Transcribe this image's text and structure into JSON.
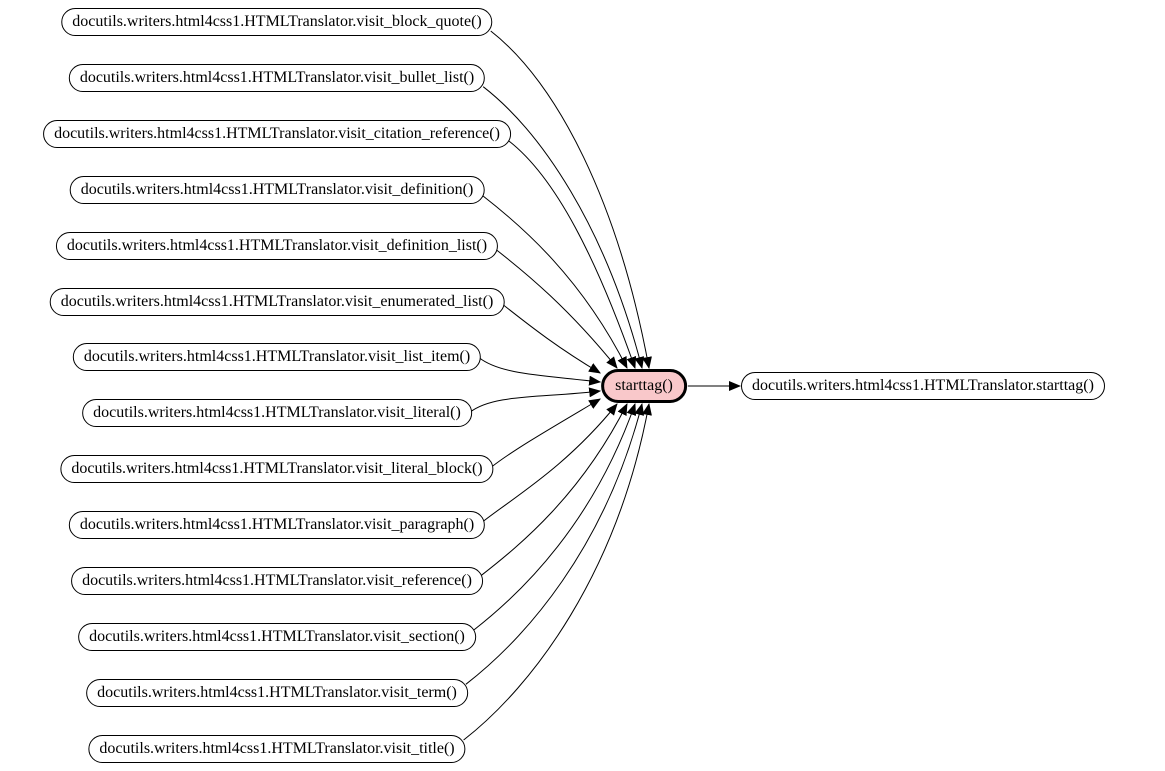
{
  "diagram": {
    "type": "call-graph",
    "colors": {
      "background": "#ffffff",
      "edge": "#000000",
      "node_border": "#000000",
      "node_fill": "#ffffff",
      "highlight_fill": "#f9c8ca"
    },
    "callers": [
      {
        "id": "caller-0",
        "label": "docutils.writers.html4css1.HTMLTranslator.visit_block_quote()"
      },
      {
        "id": "caller-1",
        "label": "docutils.writers.html4css1.HTMLTranslator.visit_bullet_list()"
      },
      {
        "id": "caller-2",
        "label": "docutils.writers.html4css1.HTMLTranslator.visit_citation_reference()"
      },
      {
        "id": "caller-3",
        "label": "docutils.writers.html4css1.HTMLTranslator.visit_definition()"
      },
      {
        "id": "caller-4",
        "label": "docutils.writers.html4css1.HTMLTranslator.visit_definition_list()"
      },
      {
        "id": "caller-5",
        "label": "docutils.writers.html4css1.HTMLTranslator.visit_enumerated_list()"
      },
      {
        "id": "caller-6",
        "label": "docutils.writers.html4css1.HTMLTranslator.visit_list_item()"
      },
      {
        "id": "caller-7",
        "label": "docutils.writers.html4css1.HTMLTranslator.visit_literal()"
      },
      {
        "id": "caller-8",
        "label": "docutils.writers.html4css1.HTMLTranslator.visit_literal_block()"
      },
      {
        "id": "caller-9",
        "label": "docutils.writers.html4css1.HTMLTranslator.visit_paragraph()"
      },
      {
        "id": "caller-10",
        "label": "docutils.writers.html4css1.HTMLTranslator.visit_reference()"
      },
      {
        "id": "caller-11",
        "label": "docutils.writers.html4css1.HTMLTranslator.visit_section()"
      },
      {
        "id": "caller-12",
        "label": "docutils.writers.html4css1.HTMLTranslator.visit_term()"
      },
      {
        "id": "caller-13",
        "label": "docutils.writers.html4css1.HTMLTranslator.visit_title()"
      }
    ],
    "center": {
      "id": "starttag",
      "label": "starttag()"
    },
    "callee": {
      "id": "callee",
      "label": "docutils.writers.html4css1.HTMLTranslator.starttag()"
    },
    "edges": [
      {
        "from": "caller-0",
        "to": "starttag"
      },
      {
        "from": "caller-1",
        "to": "starttag"
      },
      {
        "from": "caller-2",
        "to": "starttag"
      },
      {
        "from": "caller-3",
        "to": "starttag"
      },
      {
        "from": "caller-4",
        "to": "starttag"
      },
      {
        "from": "caller-5",
        "to": "starttag"
      },
      {
        "from": "caller-6",
        "to": "starttag"
      },
      {
        "from": "caller-7",
        "to": "starttag"
      },
      {
        "from": "caller-8",
        "to": "starttag"
      },
      {
        "from": "caller-9",
        "to": "starttag"
      },
      {
        "from": "caller-10",
        "to": "starttag"
      },
      {
        "from": "caller-11",
        "to": "starttag"
      },
      {
        "from": "caller-12",
        "to": "starttag"
      },
      {
        "from": "caller-13",
        "to": "starttag"
      },
      {
        "from": "starttag",
        "to": "callee"
      }
    ]
  }
}
